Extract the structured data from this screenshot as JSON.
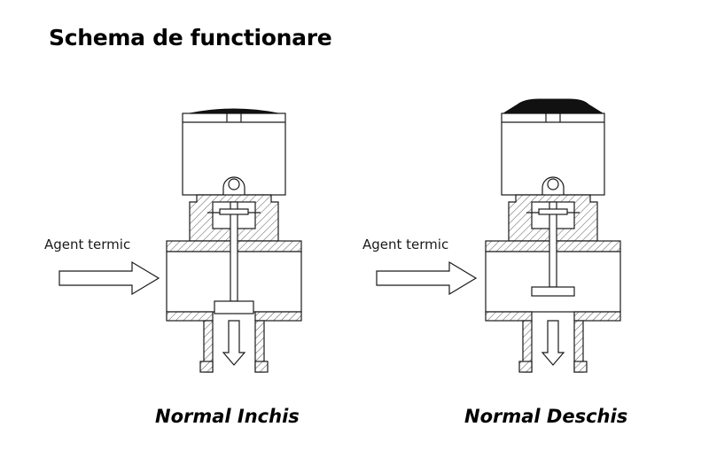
{
  "title": "Schema de functionare",
  "left_valve": {
    "flow_label": "Agent termic",
    "caption": "Normal Inchis"
  },
  "right_valve": {
    "flow_label": "Agent termic",
    "caption": "Normal Deschis"
  },
  "colors": {
    "line": "#1a1a1a",
    "cap": "#111111",
    "background": "#ffffff"
  }
}
